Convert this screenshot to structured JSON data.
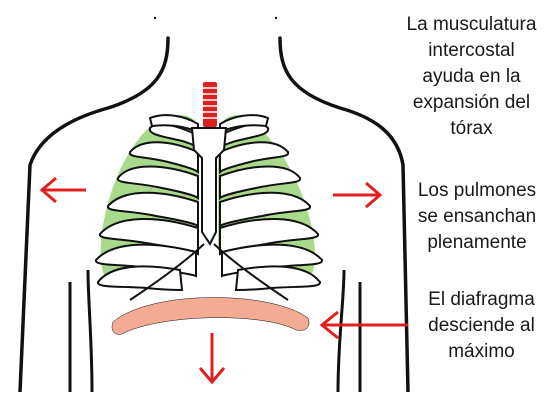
{
  "captions": {
    "intercostal": [
      "La musculatura",
      "intercostal",
      "ayuda en la",
      "expansión del",
      "tórax"
    ],
    "pulmones": [
      "Los pulmones",
      "se ensanchan",
      "plenamente"
    ],
    "diafragma": [
      "El diafragma",
      "desciende al",
      "máximo"
    ]
  },
  "colors": {
    "arrow": "#e02020",
    "lung": "#a9d98a",
    "lung_top": "#7ccf62",
    "trachea": "#e02020",
    "diaphragm": "#f4ab94",
    "outline": "#111111",
    "vessel": "#d88a80"
  },
  "icons": {
    "left": "arrow-left-icon",
    "right": "arrow-right-icon",
    "down": "arrow-down-icon",
    "pointer": "arrow-pointer-icon"
  }
}
